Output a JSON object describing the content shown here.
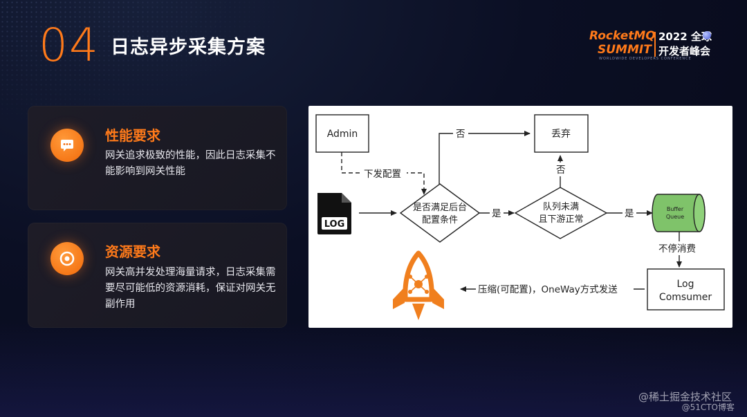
{
  "header": {
    "section_number": "04",
    "title": "日志异步采集方案"
  },
  "brand": {
    "line1": "RocketMQ",
    "line2": "SUMMIT",
    "year": "2022 全球",
    "cn": "开发者峰会",
    "sub": "WORLDWIDE DEVELOPERS CONFERENCE"
  },
  "cards": [
    {
      "icon": "chat-bubble-icon",
      "title": "性能要求",
      "text": "网关追求极致的性能，因此日志采集不能影响到网关性能"
    },
    {
      "icon": "target-icon",
      "title": "资源要求",
      "text": "网关高并发处理海量请求，日志采集需要尽可能低的资源消耗，保证对网关无副作用"
    }
  ],
  "diagram": {
    "nodes": {
      "admin": "Admin",
      "discard": "丢弃",
      "log_icon": "LOG",
      "decision1_l1": "是否满足后台",
      "decision1_l2": "配置条件",
      "decision2_l1": "队列未满",
      "decision2_l2": "且下游正常",
      "buffer_l1": "Buffer",
      "buffer_l2": "Queue",
      "consumer_l1": "Log",
      "consumer_l2": "Comsumer"
    },
    "edges": {
      "deliver_config": "下发配置",
      "no_top": "否",
      "no_right": "否",
      "yes1": "是",
      "yes2": "是",
      "consume": "不停消费",
      "send": "压缩(可配置)，OneWay方式发送"
    },
    "colors": {
      "buffer_fill": "#7fc36a",
      "rocket": "#f07f1e"
    }
  },
  "watermarks": {
    "juejin": "@稀土掘金技术社区",
    "cto": "@51CTO博客"
  }
}
